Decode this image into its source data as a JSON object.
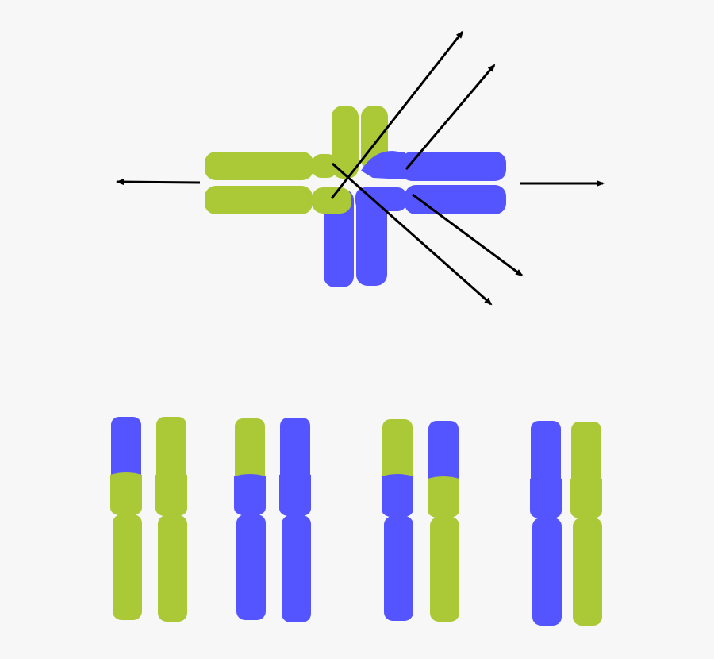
{
  "colors": {
    "background": "#f7f7f7",
    "green": "#abc837",
    "blue": "#5555ff",
    "arrow": "#000000"
  },
  "crossover": {
    "arms": [
      "green",
      "green",
      "green",
      "green",
      "blue",
      "blue",
      "blue",
      "blue"
    ]
  },
  "daughter_chromosomes": [
    {
      "segments": [
        "blue",
        "green",
        "green"
      ]
    },
    {
      "segments": [
        "green",
        "green",
        "green"
      ]
    },
    {
      "segments": [
        "green",
        "blue",
        "blue"
      ]
    },
    {
      "segments": [
        "blue",
        "blue",
        "blue"
      ]
    },
    {
      "segments": [
        "green",
        "blue",
        "blue"
      ]
    },
    {
      "segments": [
        "blue",
        "green",
        "green"
      ]
    },
    {
      "segments": [
        "blue",
        "blue",
        "blue"
      ]
    },
    {
      "segments": [
        "green",
        "green",
        "green"
      ]
    }
  ]
}
